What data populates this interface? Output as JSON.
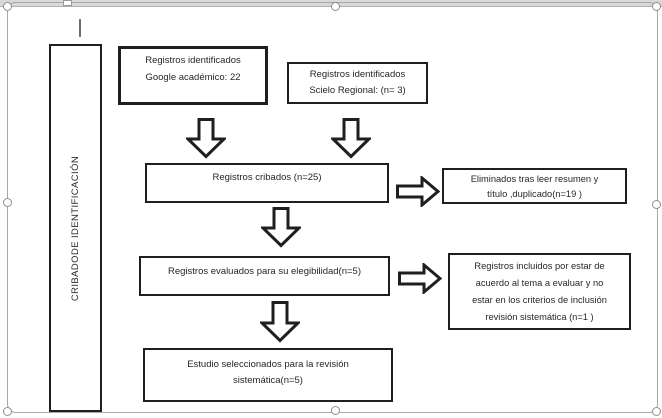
{
  "colors": {
    "shape_border": "#1f1f1f",
    "shape_fill": "#ffffff",
    "canvas_border": "#a8a8a8",
    "text": "#262626"
  },
  "sidebar": {
    "label": "CRIBADODE IDENTIFICACIÓN"
  },
  "flow": {
    "identified_google": {
      "text": "Registros identificados\nGoogle académico: 22"
    },
    "identified_scielo": {
      "text": "Registros identificados\nScielo Regional: (n= 3)"
    },
    "screened": {
      "text": "Registros cribados (n=25)"
    },
    "excluded": {
      "text": "Eliminados tras leer resumen y\ntítulo ,duplicado(n=19 )"
    },
    "assessed": {
      "text": "Registros evaluados para su elegibilidad(n=5)"
    },
    "included_reason": {
      "text": "Registros incluidos por estar de\nacuerdo al tema a evaluar y no\nestar en los criterios de inclusión\nrevisión sistemática (n=1 )"
    },
    "selected": {
      "text": "Estudio seleccionados para la revisión\nsistemática(n=5)"
    }
  }
}
